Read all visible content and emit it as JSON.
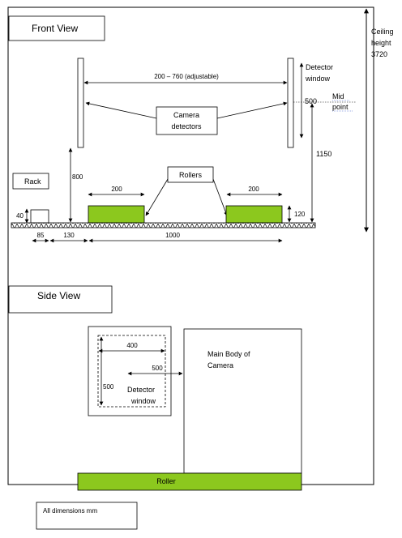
{
  "front_view": {
    "title": "Front View",
    "ceiling_label_1": "Ceiling",
    "ceiling_label_2": "height",
    "ceiling_value": "3720",
    "detector_window_1": "Detector",
    "detector_window_2": "window",
    "mid_point_1": "Mid",
    "mid_point_2": "point",
    "span_label": "200 – 760 (adjustable)",
    "dim_500": "500",
    "dim_1150": "1150",
    "dim_800": "800",
    "camera_label_1": "Camera",
    "camera_label_2": "detectors",
    "rollers_label": "Rollers",
    "roller_left_width": "200",
    "roller_right_width": "200",
    "rack_label": "Rack",
    "rack_height": "40",
    "roller_height": "120",
    "dim_85": "85",
    "dim_130": "130",
    "dim_1000": "1000"
  },
  "side_view": {
    "title": "Side View",
    "dim_400": "400",
    "dim_500_vertical": "500",
    "dim_500_horizontal": "500",
    "detector_window_1": "Detector",
    "detector_window_2": "window",
    "main_body_1": "Main Body of",
    "main_body_2": "Camera",
    "roller_label": "Roller"
  },
  "note": "All dimensions mm",
  "colors": {
    "roller_green": "#8cc81e",
    "line": "#000000"
  }
}
